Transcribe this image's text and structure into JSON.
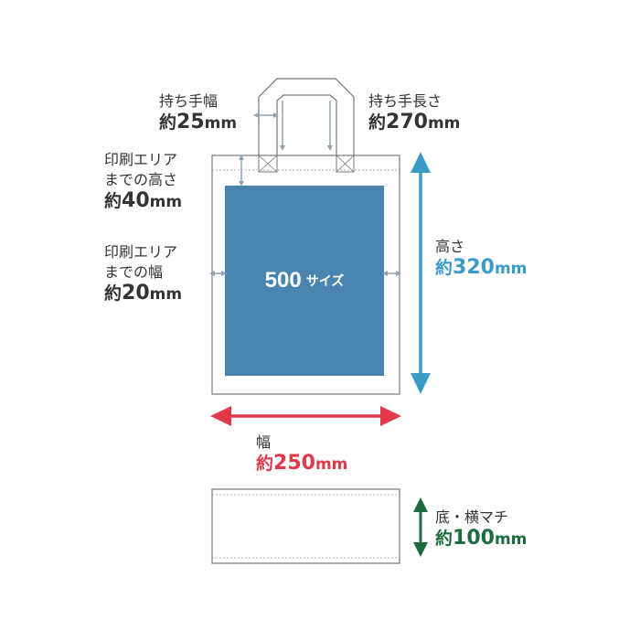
{
  "colors": {
    "print_area": "#4a85b0",
    "height_arrow": "#3a9bc9",
    "width_arrow": "#e0394a",
    "gusset_arrow": "#1e6b3f",
    "outline": "#777777",
    "dim_arrow": "#8fa3b3",
    "text": "#333333"
  },
  "print_area": {
    "size_number": "500",
    "size_suffix": "サイズ"
  },
  "handle_width": {
    "label": "持ち手幅",
    "prefix": "約",
    "value": "25",
    "unit": "mm"
  },
  "handle_length": {
    "label": "持ち手長さ",
    "prefix": "約",
    "value": "270",
    "unit": "mm"
  },
  "print_top_margin": {
    "label_line1": "印刷エリア",
    "label_line2": "までの高さ",
    "prefix": "約",
    "value": "40",
    "unit": "mm"
  },
  "print_side_margin": {
    "label_line1": "印刷エリア",
    "label_line2": "までの幅",
    "prefix": "約",
    "value": "20",
    "unit": "mm"
  },
  "height": {
    "label": "高さ",
    "prefix": "約",
    "value": "320",
    "unit": "mm"
  },
  "width": {
    "label": "幅",
    "prefix": "約",
    "value": "250",
    "unit": "mm"
  },
  "gusset": {
    "label": "底・横マチ",
    "prefix": "約",
    "value": "100",
    "unit": "mm"
  }
}
